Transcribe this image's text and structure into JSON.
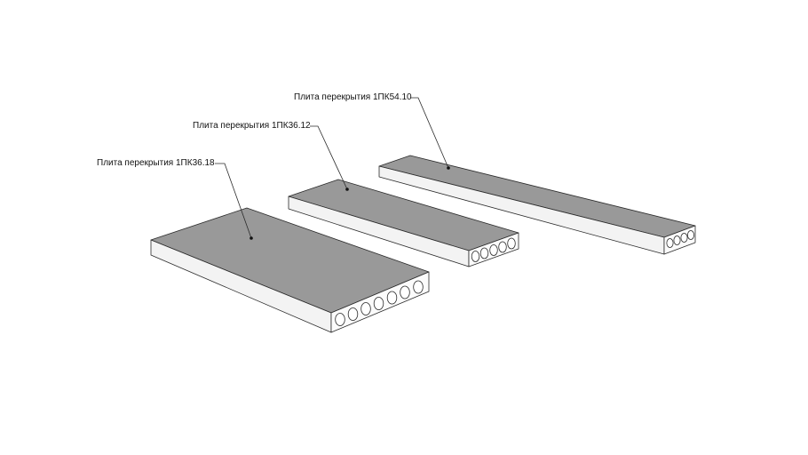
{
  "slabs": [
    {
      "id": "slab-1pk36-18",
      "label": "Плита перекрытия 1ПК36.18",
      "cores": 7
    },
    {
      "id": "slab-1pk36-12",
      "label": "Плита перекрытия 1ПК36.12",
      "cores": 5
    },
    {
      "id": "slab-1pk54-10",
      "label": "Плита перекрытия 1ПК54.10",
      "cores": 4
    }
  ],
  "colors": {
    "top_face": "#999999",
    "side_face": "#f3f3f3",
    "end_face": "#fbfbfb",
    "edge": "#2b2b2b",
    "background": "#ffffff"
  }
}
